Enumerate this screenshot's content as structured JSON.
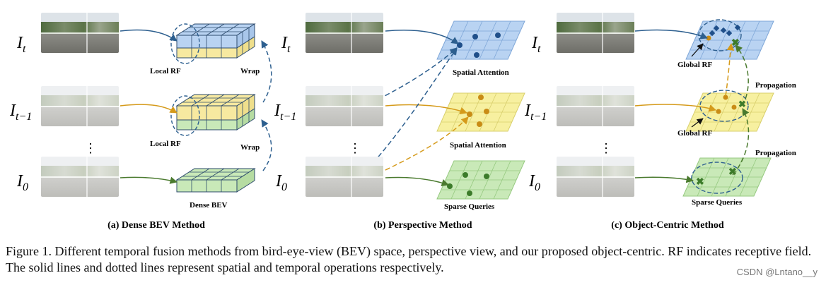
{
  "panels": [
    {
      "title": "(a) Dense BEV Method",
      "frame_labels": [
        {
          "base": "I",
          "sub": "t"
        },
        {
          "base": "I",
          "sub": "t−1"
        },
        {
          "base": "I",
          "sub": "0"
        }
      ],
      "labels": {
        "local_rf_top": "Local RF",
        "wrap_top": "Wrap",
        "local_rf_mid": "Local RF",
        "wrap_mid": "Wrap",
        "bottom": "Dense BEV"
      }
    },
    {
      "title": "(b) Perspective Method",
      "frame_labels": [
        {
          "base": "I",
          "sub": "t"
        },
        {
          "base": "I",
          "sub": "t−1"
        },
        {
          "base": "I",
          "sub": "0"
        }
      ],
      "labels": {
        "top": "Spatial Attention",
        "mid": "Spatial Attention",
        "bottom": "Sparse Queries"
      }
    },
    {
      "title": "(c) Object-Centric Method",
      "frame_labels": [
        {
          "base": "I",
          "sub": "t"
        },
        {
          "base": "I",
          "sub": "t−1"
        },
        {
          "base": "I",
          "sub": "0"
        }
      ],
      "labels": {
        "global_rf_top": "Global RF",
        "global_rf_mid": "Global RF",
        "propagation_top": "Propagation",
        "propagation_bottom": "Propagation",
        "bottom": "Sparse Queries"
      }
    }
  ],
  "ellipsis": "⋮",
  "caption": {
    "text": "Figure 1. Different temporal fusion methods from bird-eye-view (BEV) space, perspective view, and our proposed object-centric. RF indicates receptive field. The solid lines and dotted lines represent spatial and temporal operations respectively."
  },
  "watermark": "CSDN @Lntano__y",
  "colors": {
    "blue_fill": "#b9d3f2",
    "yellow_fill": "#f7f0a0",
    "green_fill": "#c9e9b8",
    "blue_line": "#2d5f8f",
    "orange_line": "#d59a1a",
    "green_line": "#4a7a2e",
    "dot_blue": "#1f4f8a",
    "dot_orange": "#c98c16",
    "dot_green": "#3c7b2a"
  }
}
